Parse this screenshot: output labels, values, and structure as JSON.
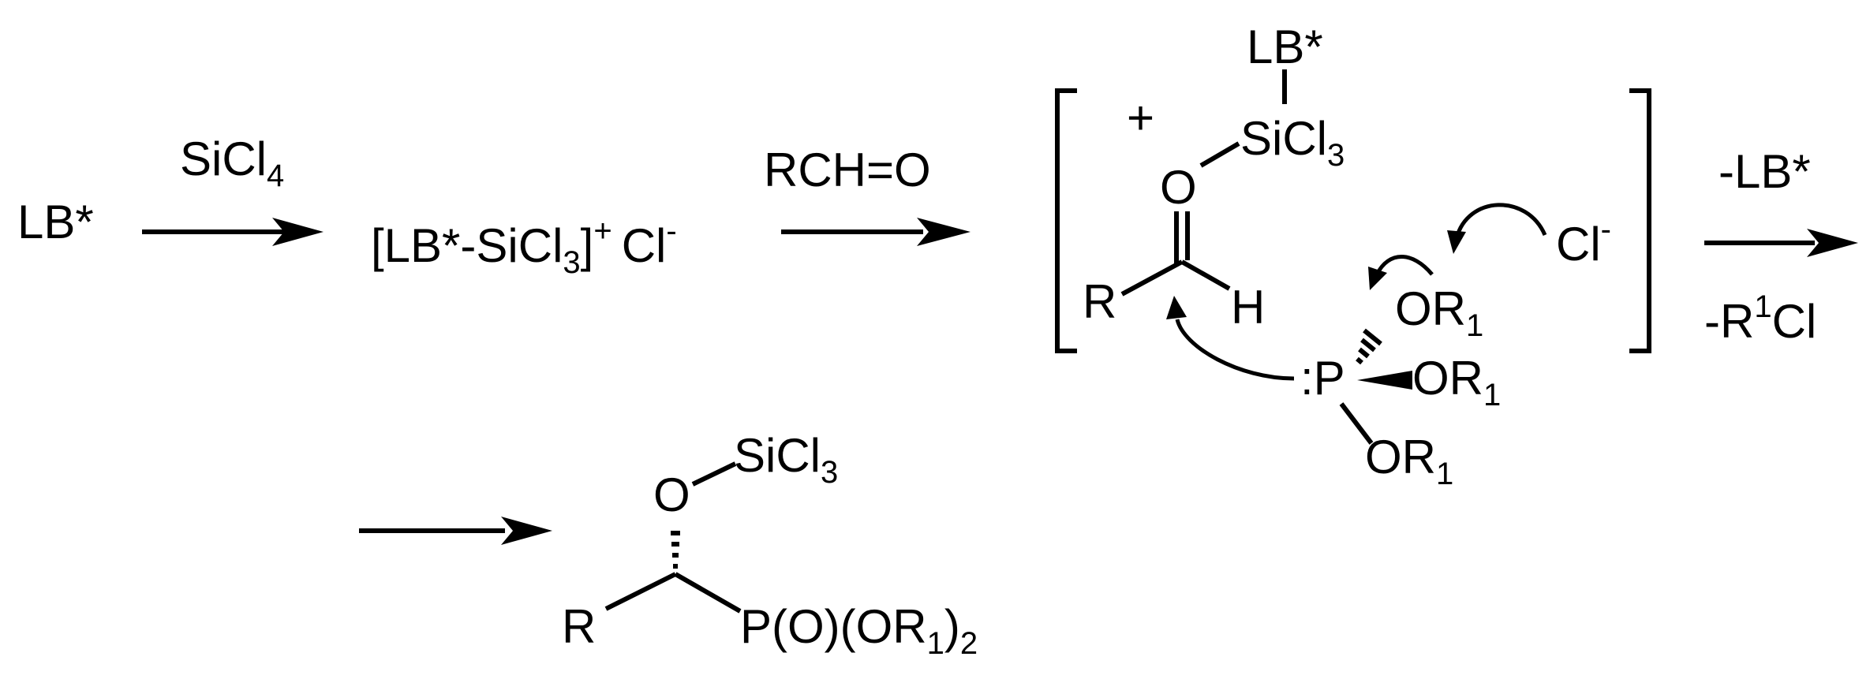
{
  "scheme": {
    "lewis_base": "LB*",
    "step1": {
      "reagent_main": "SiCl",
      "reagent_sub": "4"
    },
    "ion_pair": {
      "open": "[LB*-SiCl",
      "sub": "3",
      "close": "]",
      "charge": "+",
      "counterion": "Cl",
      "counter_charge": "-"
    },
    "step2": {
      "reagent": "RCH=O"
    },
    "intermediate": {
      "lb": "LB*",
      "plus": "+",
      "oxygen": "O",
      "si_main": "SiCl",
      "si_sub": "3",
      "carbonyl_o": "O",
      "r_group": "R",
      "h_atom": "H",
      "phosphorus": ":P",
      "or_main": "OR",
      "or_sub": "1",
      "chloride": "Cl",
      "chloride_charge": "-"
    },
    "step3": {
      "above": "-LB*",
      "below_main": "-R",
      "below_sup": "1",
      "below_end": "Cl"
    },
    "product": {
      "oxygen": "O",
      "si_main": "SiCl",
      "si_sub": "3",
      "r_group": "R",
      "p_main": "P(O)(OR",
      "p_sub": "1",
      "p_close": ")",
      "p_sub2": "2"
    }
  }
}
